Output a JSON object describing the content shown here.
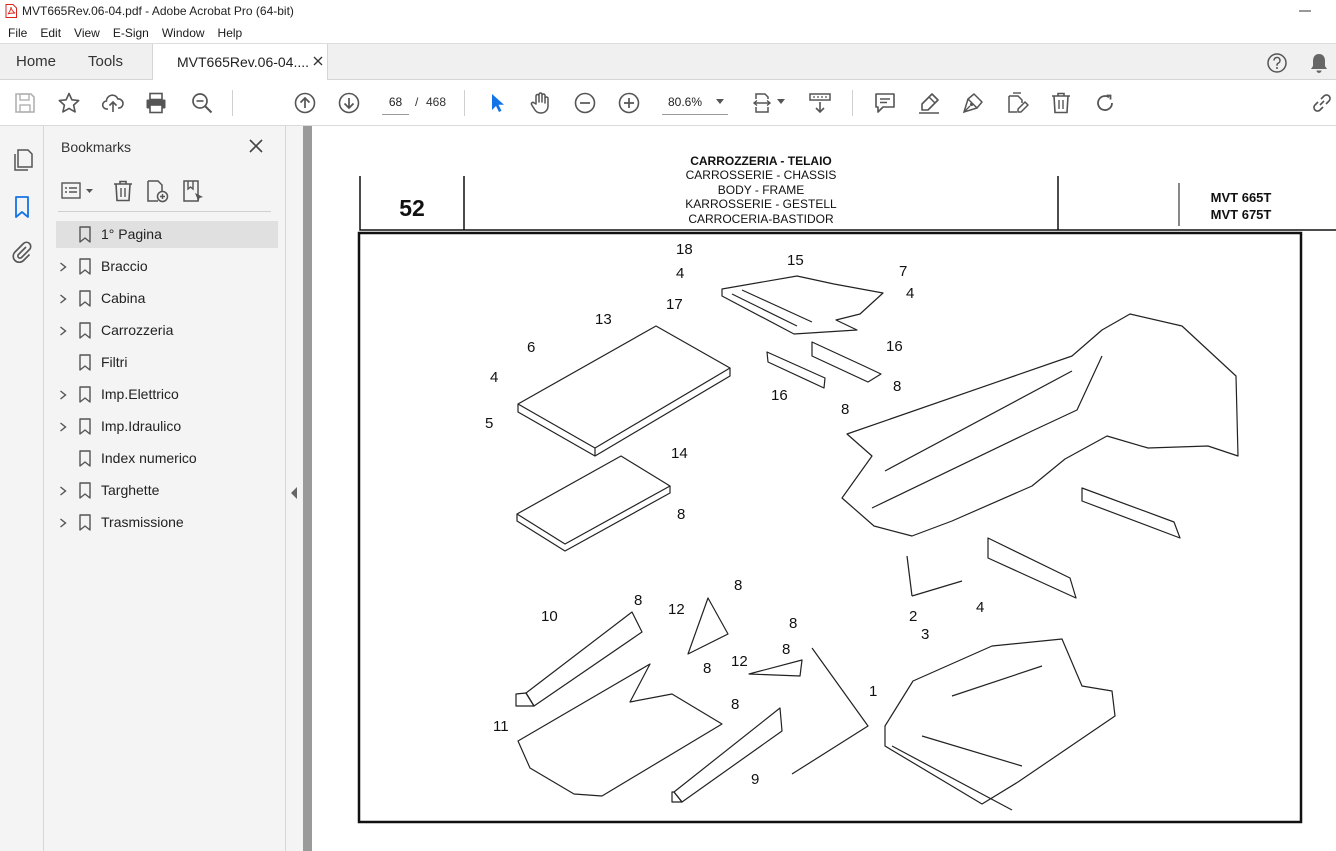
{
  "window": {
    "title": "MVT665Rev.06-04.pdf - Adobe Acrobat Pro (64-bit)",
    "accent_color": "#d9261c"
  },
  "menu": {
    "items": [
      "File",
      "Edit",
      "View",
      "E-Sign",
      "Window",
      "Help"
    ]
  },
  "tabs": {
    "home": "Home",
    "tools": "Tools",
    "document": "MVT665Rev.06-04...."
  },
  "toolbar": {
    "page_current": "68",
    "page_separator": "/",
    "page_total": "468",
    "zoom": "80.6%",
    "select_tool_color": "#1473e6"
  },
  "bookmarks": {
    "title": "Bookmarks",
    "items": [
      {
        "label": "1° Pagina",
        "expandable": false,
        "selected": true
      },
      {
        "label": "Braccio",
        "expandable": true,
        "selected": false
      },
      {
        "label": "Cabina",
        "expandable": true,
        "selected": false
      },
      {
        "label": "Carrozzeria",
        "expandable": true,
        "selected": false
      },
      {
        "label": "Filtri",
        "expandable": false,
        "selected": false
      },
      {
        "label": "Imp.Elettrico",
        "expandable": true,
        "selected": false
      },
      {
        "label": "Imp.Idraulico",
        "expandable": true,
        "selected": false
      },
      {
        "label": "Index numerico",
        "expandable": false,
        "selected": false
      },
      {
        "label": "Targhette",
        "expandable": true,
        "selected": false
      },
      {
        "label": "Trasmissione",
        "expandable": true,
        "selected": false
      }
    ]
  },
  "document": {
    "page_number": "52",
    "header_lines": [
      "CARROZZERIA - TELAIO",
      "CARROSSERIE - CHASSIS",
      "BODY - FRAME",
      "KARROSSERIE - GESTELL",
      "CARROCERIA-BASTIDOR"
    ],
    "models": [
      "MVT 665T",
      "MVT 675T"
    ],
    "callouts": [
      "1",
      "2",
      "3",
      "4",
      "4",
      "4",
      "4",
      "5",
      "6",
      "7",
      "8",
      "8",
      "8",
      "8",
      "8",
      "8",
      "8",
      "8",
      "8",
      "9",
      "10",
      "11",
      "12",
      "12",
      "13",
      "14",
      "15",
      "16",
      "16",
      "17",
      "18"
    ]
  }
}
